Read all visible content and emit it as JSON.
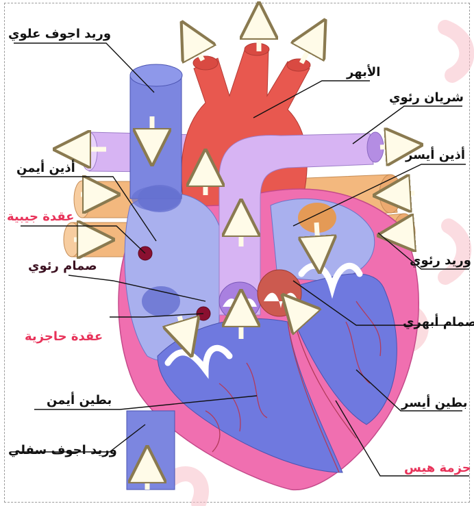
{
  "labels": {
    "svc": "وريد اجوف علوي",
    "aorta": "الأبهر",
    "pulm_artery": "شريان رئوي",
    "right_atrium": "أذين أيمن",
    "left_atrium": "أذين أيسر",
    "sa_node": "عقدة جيبية",
    "pulm_vein": "وريد رئوي",
    "pulm_valve": "صمام رئوي",
    "aortic_valve": "صمام أبهري",
    "av_node": "عقدة حاجزية",
    "right_ventricle": "بطين أيمن",
    "left_ventricle": "بطين أيسر",
    "ivc": "وريد اجوف سفلي",
    "his_bundle": "حزمة هيس"
  },
  "colors": {
    "oxygenated": "#e8584f",
    "deoxygenated": "#7c86e0",
    "pulmonary_artery": "#c9a6ef",
    "muscle": "#f06fb0",
    "pulmonary_vein": "#f3b87e",
    "label_red": "#e8335a"
  }
}
